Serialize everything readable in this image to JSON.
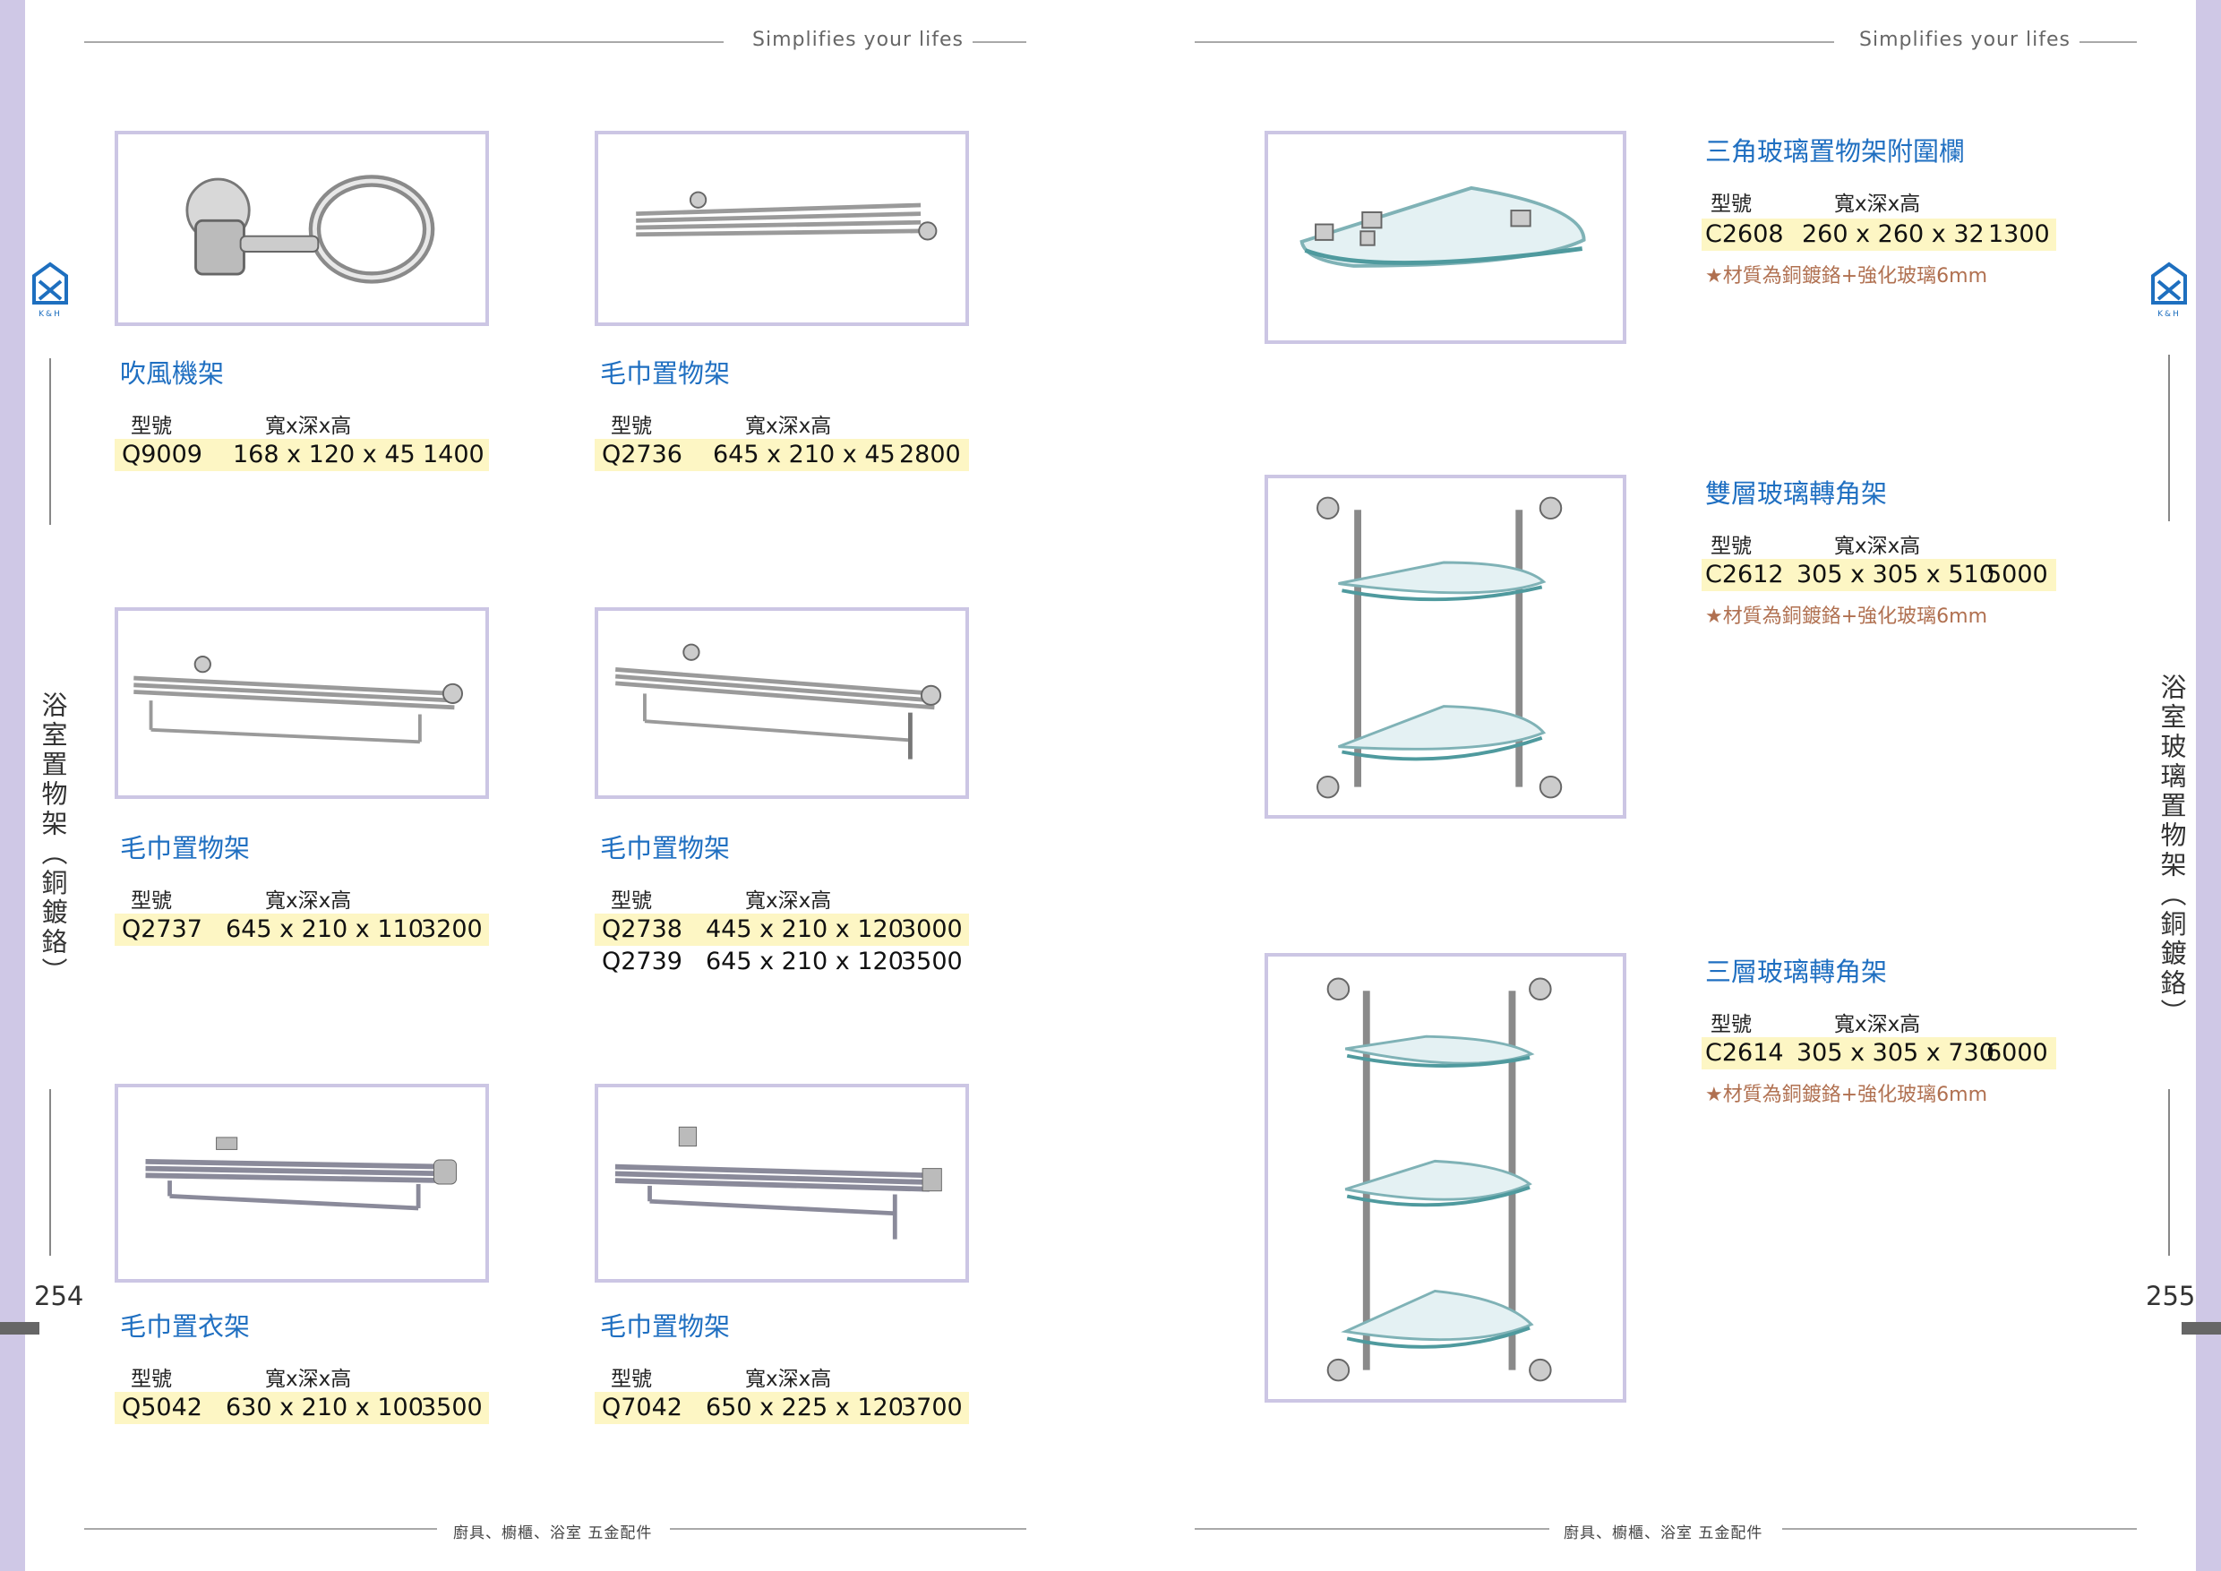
{
  "header": {
    "tagline": "Simplifies your lifes"
  },
  "footer": {
    "text": "廚具、櫥櫃、浴室 五金配件"
  },
  "logo": {
    "sub": "K&H"
  },
  "left_page": {
    "section_title": "浴室置物架（銅鍍鉻）",
    "page_number": "254"
  },
  "right_page": {
    "section_title": "浴室玻璃置物架（銅鍍鉻）",
    "page_number": "255"
  },
  "col_headers": {
    "model": "型號",
    "dims": "寬x深x高"
  },
  "products": [
    {
      "name": "吹風機架",
      "icon": "hair-dryer-holder-image",
      "rows": [
        {
          "model": "Q9009",
          "dims": "168 x 120 x 45",
          "price": "1400"
        }
      ]
    },
    {
      "name": "毛巾置物架",
      "icon": "towel-shelf-image",
      "rows": [
        {
          "model": "Q2736",
          "dims": "645 x 210 x 45",
          "price": "2800"
        }
      ]
    },
    {
      "name": "毛巾置物架",
      "icon": "towel-shelf-with-bar-image",
      "rows": [
        {
          "model": "Q2737",
          "dims": "645 x 210 x 110",
          "price": "3200"
        }
      ]
    },
    {
      "name": "毛巾置物架",
      "icon": "towel-shelf-with-bar-image",
      "rows": [
        {
          "model": "Q2738",
          "dims": "445 x 210 x 120",
          "price": "3000"
        },
        {
          "model": "Q2739",
          "dims": "645 x 210 x 120",
          "price": "3500"
        }
      ]
    },
    {
      "name": "毛巾置衣架",
      "icon": "towel-clothes-rack-image",
      "rows": [
        {
          "model": "Q5042",
          "dims": "630 x 210 x 100",
          "price": "3500"
        }
      ]
    },
    {
      "name": "毛巾置物架",
      "icon": "square-base-towel-shelf-image",
      "rows": [
        {
          "model": "Q7042",
          "dims": "650 x 225 x 120",
          "price": "3700"
        }
      ]
    },
    {
      "name": "三角玻璃置物架附圍欄",
      "icon": "corner-glass-shelf-image",
      "rows": [
        {
          "model": "C2608",
          "dims": "260 x 260 x 32",
          "price": "1300"
        }
      ],
      "note": "★材質為銅鍍鉻+強化玻璃6mm"
    },
    {
      "name": "雙層玻璃轉角架",
      "icon": "two-tier-glass-corner-shelf-image",
      "rows": [
        {
          "model": "C2612",
          "dims": "305 x 305 x 510",
          "price": "5000"
        }
      ],
      "note": "★材質為銅鍍鉻+強化玻璃6mm"
    },
    {
      "name": "三層玻璃轉角架",
      "icon": "three-tier-glass-corner-shelf-image",
      "rows": [
        {
          "model": "C2614",
          "dims": "305 x 305 x 730",
          "price": "6000"
        }
      ],
      "note": "★材質為銅鍍鉻+強化玻璃6mm"
    }
  ]
}
